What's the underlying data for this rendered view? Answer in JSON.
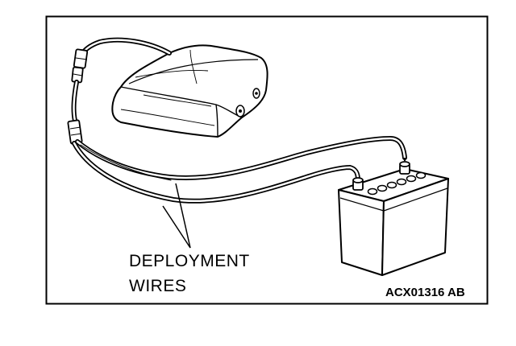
{
  "callout": {
    "line1": "DEPLOYMENT",
    "line2": "WIRES"
  },
  "figure_id": "ACX01316 AB",
  "colors": {
    "ink": "#000000",
    "paper": "#ffffff"
  }
}
